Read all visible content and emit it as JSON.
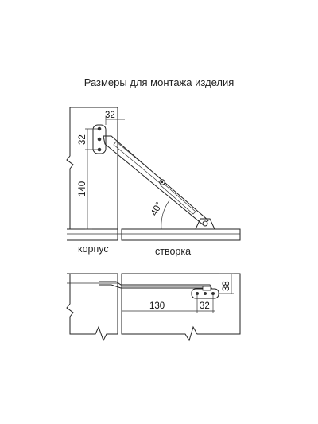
{
  "title": "Размеры для монтажа изделия",
  "labels": {
    "korpus": "корпус",
    "stvorka": "створка"
  },
  "dimensions": {
    "top_width": "32",
    "top_height": "32",
    "top_vertical": "140",
    "angle": "40°",
    "bottom_height": "38",
    "bottom_length": "130",
    "bottom_width": "32"
  }
}
